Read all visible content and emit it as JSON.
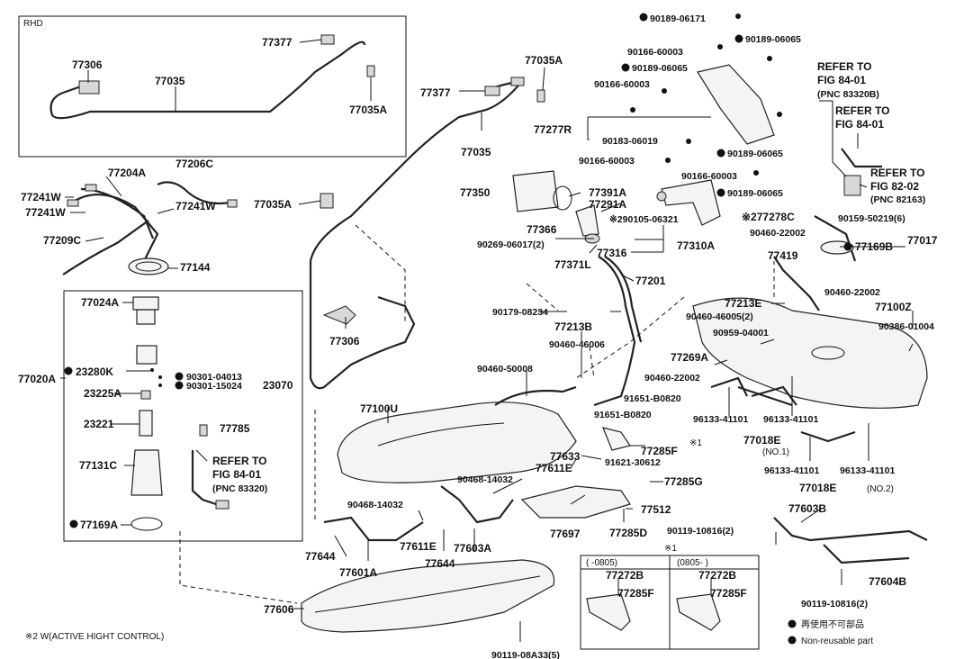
{
  "corner_label": "RHD",
  "footnote": "※2 W(ACTIVE HIGHT CONTROL)",
  "legend": {
    "jp": "再使用不可部品",
    "en": "Non-reusable part"
  },
  "inset_label": "※1",
  "inset_ranges": [
    "(  -0805)",
    "(0805-  )"
  ],
  "rhd_labels": [
    "77377",
    "77306",
    "77035",
    "77035A"
  ],
  "refs": {
    "r1": [
      "REFER TO",
      "FIG 84-01",
      "(PNC 83320B)"
    ],
    "r2": [
      "REFER TO",
      "FIG 84-01"
    ],
    "r3": [
      "REFER TO",
      "FIG 82-02",
      "(PNC 82163)"
    ],
    "r4": [
      "REFER TO",
      "FIG 84-01",
      "(PNC 83320)"
    ]
  },
  "labels": {
    "l1": "77035A",
    "l2": "77377",
    "l3": "77035",
    "l4": "77035A",
    "l5": "77306",
    "l6": "77204A",
    "l7": "77206C",
    "l8": "77241W",
    "l9": "77241W",
    "l10": "77241W",
    "l11": "77209C",
    "l12": "77144",
    "l13": "77024A",
    "l14": "77020A",
    "l15": "23280K",
    "l16": "90301-04013",
    "l17": "90301-15024",
    "l18": "23070",
    "l19": "23225A",
    "l20": "23221",
    "l21": "77785",
    "l22": "77131C",
    "l23": "77169A",
    "l24": "77350",
    "l25": "77391A",
    "l26": "77291A",
    "l27": "77366",
    "l28": "※290105-06321",
    "l29": "※277278C",
    "l30": "90269-06017(2)",
    "l31": "77316",
    "l32": "77310A",
    "l33": "77371L",
    "l34": "77201",
    "l35": "90189-06171",
    "l36": "90166-60003",
    "l37": "90189-06065",
    "l38": "90189-06065",
    "l39": "90166-60003",
    "l40": "77277R",
    "l41": "90183-06019",
    "l42": "90189-06065",
    "l43": "90166-60003",
    "l44": "90166-60003",
    "l45": "90189-06065",
    "l46": "90159-50219(6)",
    "l47": "90460-22002",
    "l48": "77169B",
    "l49": "77017",
    "l50": "77419",
    "l51": "77213E",
    "l52": "90460-22002",
    "l53": "90460-46005(2)",
    "l54": "77100Z",
    "l55": "90386-01004",
    "l56": "90959-04001",
    "l57": "90179-08234",
    "l58": "77213B",
    "l59": "90460-46006",
    "l60": "90460-50008",
    "l61": "77269A",
    "l62": "90460-22002",
    "l63": "91651-B0820",
    "l64": "91651-B0820",
    "l65": "77018E",
    "l66": "(NO.1)",
    "l67": "96133-41101",
    "l68": "96133-41101",
    "l69": "77100U",
    "l70": "77285F",
    "l71": "※1",
    "l72": "77633",
    "l73": "91621-30612",
    "l74": "90468-14032",
    "l75": "77611E",
    "l76": "77285G",
    "l77": "77512",
    "l78": "90468-14032",
    "l79": "77697",
    "l80": "77285D",
    "l81": "96133-41101",
    "l82": "96133-41101",
    "l83": "77018E",
    "l84": "(NO.2)",
    "l85": "77603B",
    "l86": "90119-10816(2)",
    "l87": "77611E",
    "l88": "77644",
    "l89": "77603A",
    "l90": "77644",
    "l91": "77601A",
    "l92": "77604B",
    "l93": "77606",
    "l94": "90119-08A33(5)",
    "l95": "90119-10816(2)",
    "l96": "77272B",
    "l97": "77285F",
    "l98": "77272B",
    "l99": "77285F"
  }
}
